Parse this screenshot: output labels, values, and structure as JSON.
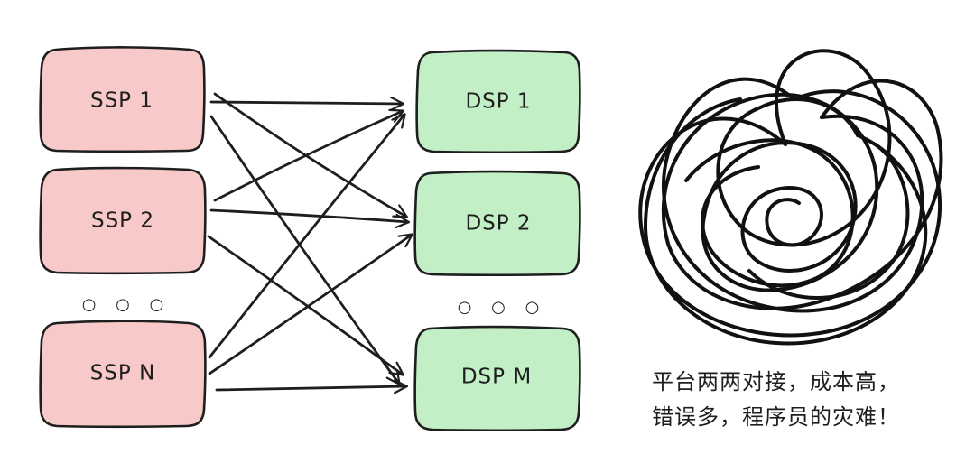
{
  "ssp_nodes": [
    {
      "label": "SSP 1"
    },
    {
      "label": "SSP 2"
    },
    {
      "label": "SSP N"
    }
  ],
  "dsp_nodes": [
    {
      "label": "DSP 1"
    },
    {
      "label": "DSP 2"
    },
    {
      "label": "DSP M"
    }
  ],
  "ssp_ellipsis": "○ ○ ○",
  "dsp_ellipsis": "○ ○ ○",
  "caption": {
    "line1": "平台两两对接，成本高，",
    "line2": "错误多，程序员的灾难！"
  },
  "colors": {
    "ssp_fill": "#f7c9c9",
    "dsp_fill": "#c3efc6",
    "stroke": "#1e1e1e"
  },
  "icons": {
    "scribble": "tangled-scribble-icon"
  }
}
